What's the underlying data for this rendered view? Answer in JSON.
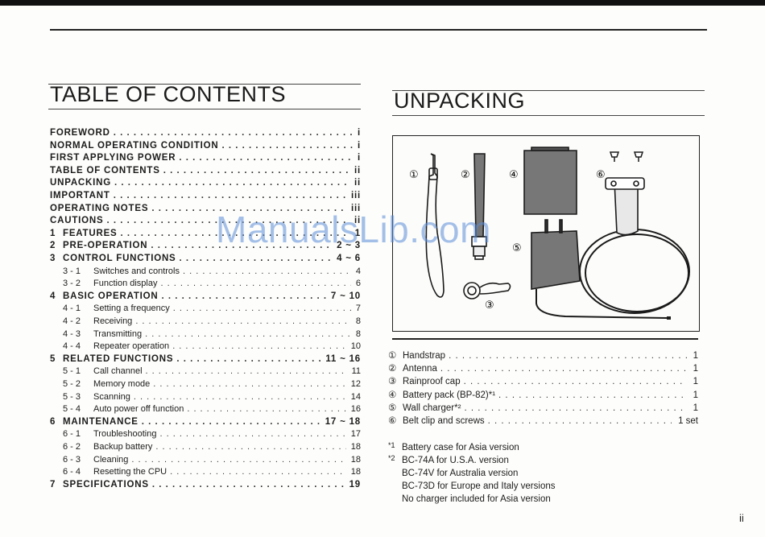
{
  "left": {
    "heading": "TABLE OF CONTENTS",
    "toc": [
      {
        "num": "",
        "title": "FOREWORD",
        "page": "i",
        "level": "major"
      },
      {
        "num": "",
        "title": "NORMAL OPERATING CONDITION",
        "page": "i",
        "level": "major"
      },
      {
        "num": "",
        "title": "FIRST APPLYING POWER",
        "page": "i",
        "level": "major"
      },
      {
        "num": "",
        "title": "TABLE OF CONTENTS",
        "page": "ii",
        "level": "major"
      },
      {
        "num": "",
        "title": "UNPACKING",
        "page": "ii",
        "level": "major"
      },
      {
        "num": "",
        "title": "IMPORTANT",
        "page": "iii",
        "level": "major"
      },
      {
        "num": "",
        "title": "OPERATING NOTES",
        "page": "iii",
        "level": "major"
      },
      {
        "num": "",
        "title": "CAUTIONS",
        "page": "ii",
        "level": "major"
      },
      {
        "num": "1",
        "title": "FEATURES",
        "page": "1",
        "level": "major"
      },
      {
        "num": "2",
        "title": "PRE-OPERATION",
        "page": "2 ~ 3",
        "level": "major"
      },
      {
        "num": "3",
        "title": "CONTROL FUNCTIONS",
        "page": "4 ~ 6",
        "level": "major"
      },
      {
        "num": "3 - 1",
        "title": "Switches and controls",
        "page": "4",
        "level": "minor"
      },
      {
        "num": "3 - 2",
        "title": "Function display",
        "page": "6",
        "level": "minor"
      },
      {
        "num": "4",
        "title": "BASIC OPERATION",
        "page": "7 ~ 10",
        "level": "major"
      },
      {
        "num": "4 - 1",
        "title": "Setting a frequency",
        "page": "7",
        "level": "minor"
      },
      {
        "num": "4 - 2",
        "title": "Receiving",
        "page": "8",
        "level": "minor"
      },
      {
        "num": "4 - 3",
        "title": "Transmitting",
        "page": "8",
        "level": "minor"
      },
      {
        "num": "4 - 4",
        "title": "Repeater operation",
        "page": "10",
        "level": "minor"
      },
      {
        "num": "5",
        "title": "RELATED FUNCTIONS",
        "page": "11 ~ 16",
        "level": "major"
      },
      {
        "num": "5 - 1",
        "title": "Call channel",
        "page": "11",
        "level": "minor"
      },
      {
        "num": "5 - 2",
        "title": "Memory mode",
        "page": "12",
        "level": "minor"
      },
      {
        "num": "5 - 3",
        "title": "Scanning",
        "page": "14",
        "level": "minor"
      },
      {
        "num": "5 - 4",
        "title": "Auto power off function",
        "page": "16",
        "level": "minor"
      },
      {
        "num": "6",
        "title": "MAINTENANCE",
        "page": "17 ~ 18",
        "level": "major"
      },
      {
        "num": "6 - 1",
        "title": "Troubleshooting",
        "page": "17",
        "level": "minor"
      },
      {
        "num": "6 - 2",
        "title": "Backup battery",
        "page": "18",
        "level": "minor"
      },
      {
        "num": "6 - 3",
        "title": "Cleaning",
        "page": "18",
        "level": "minor"
      },
      {
        "num": "6 - 4",
        "title": "Resetting the CPU",
        "page": "18",
        "level": "minor"
      },
      {
        "num": "7",
        "title": "SPECIFICATIONS",
        "page": "19",
        "level": "major"
      }
    ]
  },
  "right": {
    "heading": "UNPACKING",
    "figure_labels": [
      "①",
      "②",
      "③",
      "④",
      "⑤",
      "⑥"
    ],
    "items": [
      {
        "marker": "①",
        "name": "Handstrap",
        "qty": "1"
      },
      {
        "marker": "②",
        "name": "Antenna",
        "qty": "1"
      },
      {
        "marker": "③",
        "name": "Rainproof cap",
        "qty": "1"
      },
      {
        "marker": "④",
        "name": "Battery pack (BP-82)*¹",
        "qty": "1"
      },
      {
        "marker": "⑤",
        "name": "Wall charger*²",
        "qty": "1"
      },
      {
        "marker": "⑥",
        "name": "Belt clip and screws",
        "qty": "1 set"
      }
    ],
    "notes": [
      {
        "mark": "*1",
        "text": "Battery case for Asia version"
      },
      {
        "mark": "*2",
        "text": "BC-74A for U.S.A. version"
      },
      {
        "mark": "",
        "text": "BC-74V for Australia version"
      },
      {
        "mark": "",
        "text": "BC-73D for Europe and Italy versions"
      },
      {
        "mark": "",
        "text": "No charger included for Asia version"
      }
    ]
  },
  "watermark": "ManualsLib.com",
  "page_number": "ii"
}
